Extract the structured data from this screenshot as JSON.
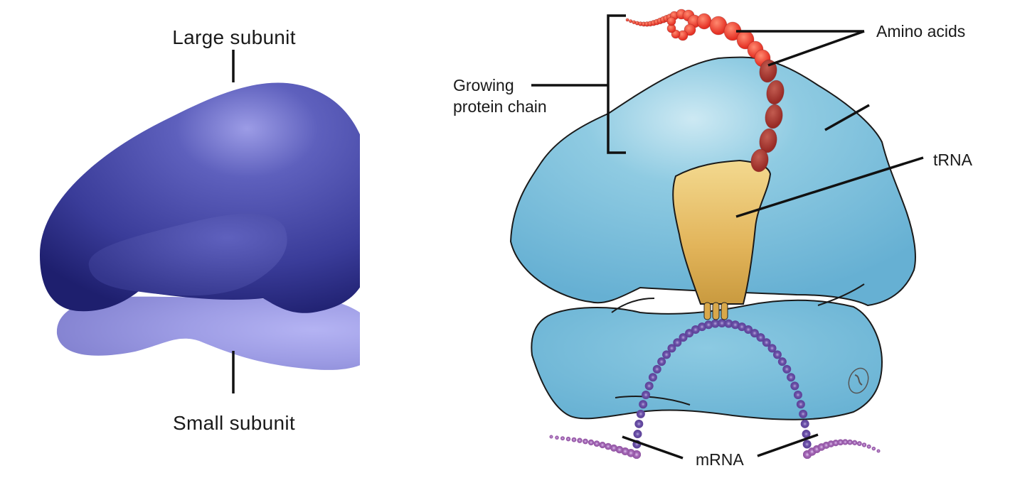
{
  "left_panel": {
    "labels": {
      "large_subunit": "Large subunit",
      "small_subunit": "Small subunit"
    }
  },
  "right_panel": {
    "labels": {
      "growing_chain_line1": "Growing",
      "growing_chain_line2": "protein chain",
      "amino_acids": "Amino acids",
      "trna": "tRNA",
      "mrna": "mRNA"
    }
  },
  "colors": {
    "large_subunit_left": "#3a3d9a",
    "small_subunit_left": "#9a99e0",
    "ribosome_right": "#6fb6d6",
    "amino_acid_free": "#ee3b2b",
    "amino_acid_bound": "#a3332c",
    "trna": "#e8b85a",
    "mrna": "#6a4c9c"
  }
}
